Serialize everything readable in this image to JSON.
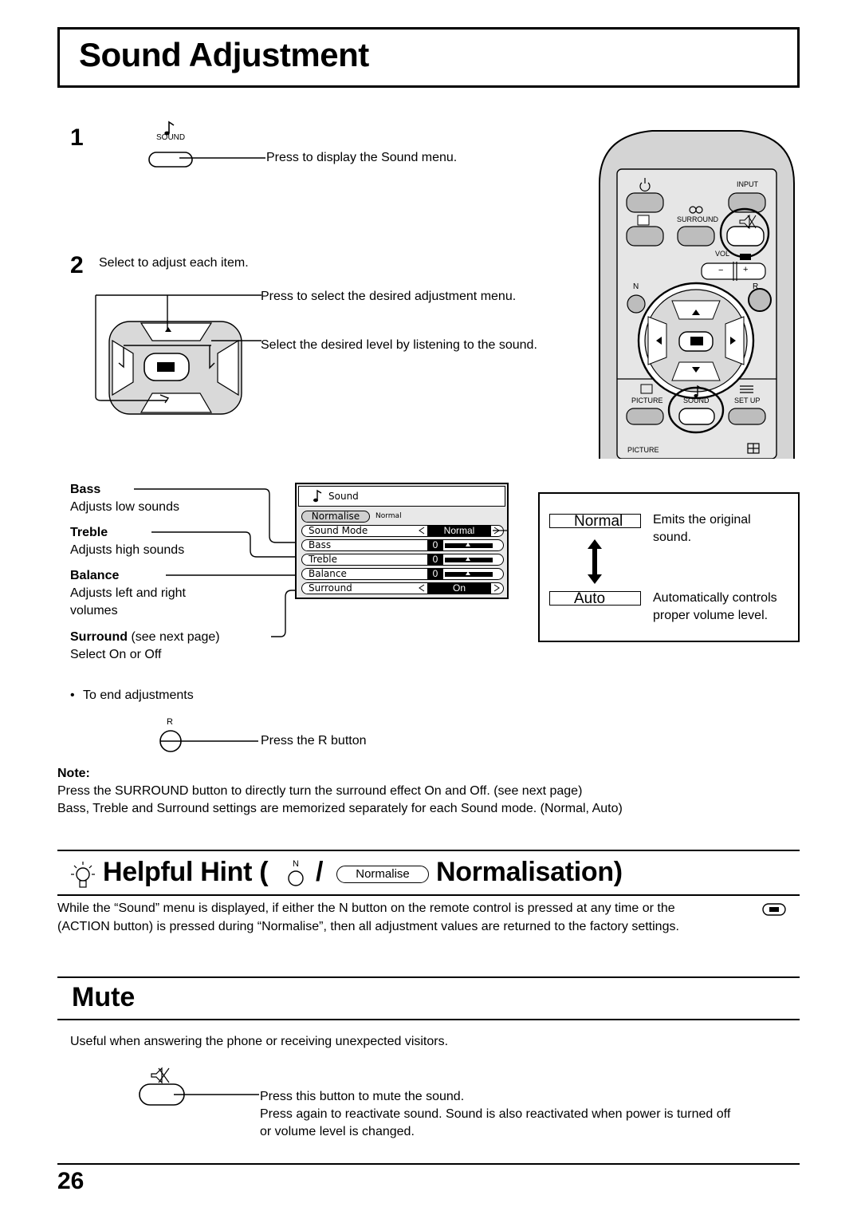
{
  "header": {
    "title": "Sound Adjustment"
  },
  "step1": {
    "number": "1",
    "sound_label": "SOUND",
    "description": "Press to display the Sound menu."
  },
  "step2": {
    "number": "2",
    "intro": "Select to adjust each item.",
    "select_menu": "Press to select the desired adjustment menu.",
    "select_level": "Select the desired level by listening to the sound."
  },
  "remote": {
    "input_label": "INPUT",
    "surround_label": "SURROUND",
    "vol_label": "VOL",
    "minus": "−",
    "plus": "+",
    "n_label": "N",
    "r_label": "R",
    "picture_label": "PICTURE",
    "sound_label": "SOUND",
    "setup_label": "SET UP",
    "picture_label2": "PICTURE"
  },
  "items": {
    "bass_title": "Bass",
    "bass_desc": "Adjusts low sounds",
    "treble_title": "Treble",
    "treble_desc": "Adjusts high sounds",
    "balance_title": "Balance",
    "balance_desc_1": "Adjusts left and right",
    "balance_desc_2": "volumes",
    "surround_title": "Surround",
    "surround_note": "(see next page)",
    "surround_desc": "Select On or Off"
  },
  "menu": {
    "title": "Sound",
    "normalise": "Normalise",
    "normalise_status": "Normal",
    "rows": [
      {
        "label": "Sound Mode",
        "value": "Normal"
      },
      {
        "label": "Bass",
        "value": "0"
      },
      {
        "label": "Treble",
        "value": "0"
      },
      {
        "label": "Balance",
        "value": "0"
      },
      {
        "label": "Surround",
        "value": "On"
      }
    ]
  },
  "modes": {
    "normal_label": "Normal",
    "normal_desc_1": "Emits the original",
    "normal_desc_2": "sound.",
    "auto_label": "Auto",
    "auto_desc_1": "Automatically controls",
    "auto_desc_2": "proper volume level."
  },
  "end": {
    "bullet": "•",
    "text": "To end adjustments",
    "r_label": "R",
    "press_r": "Press the R button"
  },
  "note": {
    "title": "Note:",
    "line1": "Press the SURROUND button to directly turn the surround effect On and Off. (see next page)",
    "line2": "Bass, Treble and Surround settings are memorized separately for each Sound mode. (Normal, Auto)"
  },
  "hint": {
    "prefix": "Helpful Hint (",
    "n_label": "N",
    "slash": "/",
    "normalise_button": "Normalise",
    "suffix": "Normalisation)",
    "body_1": "While the “Sound” menu is displayed, if either the N button on the remote control is pressed at any time or the",
    "body_2": "(ACTION button) is pressed during “Normalise”, then all adjustment values are returned to the factory settings."
  },
  "mute": {
    "title": "Mute",
    "intro": "Useful when answering the phone or receiving unexpected visitors.",
    "line1": "Press this button to mute the sound.",
    "line2": "Press again to reactivate sound. Sound is also reactivated when power is turned off",
    "line3": "or volume level is changed."
  },
  "footer": {
    "page_number": "26"
  }
}
